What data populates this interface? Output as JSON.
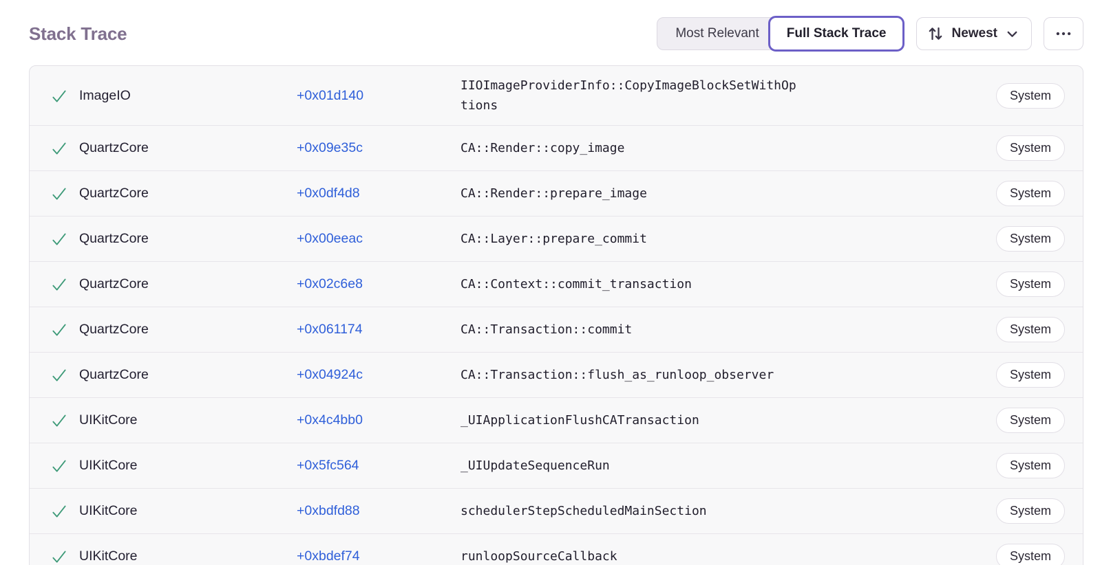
{
  "header": {
    "title": "Stack Trace",
    "segmented_control": {
      "options": [
        {
          "label": "Most Relevant",
          "active": false
        },
        {
          "label": "Full Stack Trace",
          "active": true
        }
      ]
    },
    "sort_button": {
      "label": "Newest",
      "icons": [
        "arrows-up-down",
        "chevron-down"
      ]
    },
    "more_button": {
      "icon": "ellipsis"
    }
  },
  "colors": {
    "accent": "#6c5fc7",
    "link": "#2f5fd9",
    "success": "#3d9a78",
    "title": "#80708f",
    "row-bg": "#f8f8f9"
  },
  "table": {
    "row_status_icon": "checkmark",
    "rows": [
      {
        "module": "ImageIO",
        "address": "+0x01d140",
        "function": "IIOImageProviderInfo::CopyImageBlockSetWithOptions",
        "badge": "System"
      },
      {
        "module": "QuartzCore",
        "address": "+0x09e35c",
        "function": "CA::Render::copy_image",
        "badge": "System"
      },
      {
        "module": "QuartzCore",
        "address": "+0x0df4d8",
        "function": "CA::Render::prepare_image",
        "badge": "System"
      },
      {
        "module": "QuartzCore",
        "address": "+0x00eeac",
        "function": "CA::Layer::prepare_commit",
        "badge": "System"
      },
      {
        "module": "QuartzCore",
        "address": "+0x02c6e8",
        "function": "CA::Context::commit_transaction",
        "badge": "System"
      },
      {
        "module": "QuartzCore",
        "address": "+0x061174",
        "function": "CA::Transaction::commit",
        "badge": "System"
      },
      {
        "module": "QuartzCore",
        "address": "+0x04924c",
        "function": "CA::Transaction::flush_as_runloop_observer",
        "badge": "System"
      },
      {
        "module": "UIKitCore",
        "address": "+0x4c4bb0",
        "function": "_UIApplicationFlushCATransaction",
        "badge": "System"
      },
      {
        "module": "UIKitCore",
        "address": "+0x5fc564",
        "function": "_UIUpdateSequenceRun",
        "badge": "System"
      },
      {
        "module": "UIKitCore",
        "address": "+0xbdfd88",
        "function": "schedulerStepScheduledMainSection",
        "badge": "System"
      },
      {
        "module": "UIKitCore",
        "address": "+0xbdef74",
        "function": "runloopSourceCallback",
        "badge": "System"
      }
    ]
  }
}
